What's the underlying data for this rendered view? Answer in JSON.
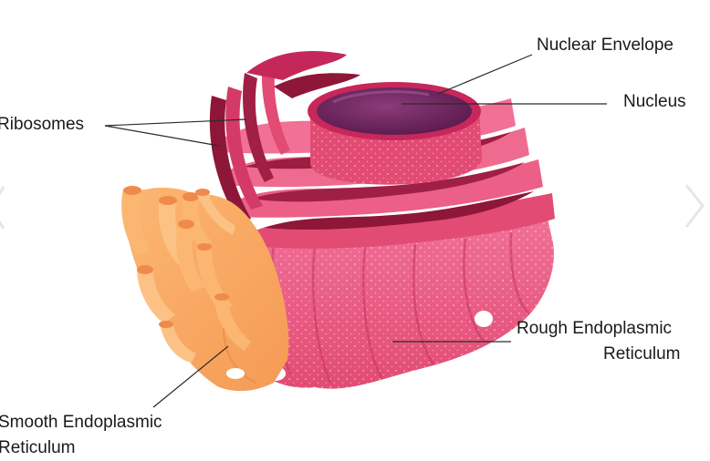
{
  "labels": {
    "nuclear_envelope": "Nuclear Envelope",
    "nucleus": "Nucleus",
    "ribosomes": "Ribosomes",
    "rough_er_line1": "Rough Endoplasmic",
    "rough_er_line2": "Reticulum",
    "smooth_er_line1": "Smooth Endoplasmic",
    "smooth_er_line2": "Reticulum"
  },
  "navigation": {
    "prev_icon": "chevron-left-icon",
    "next_icon": "chevron-right-icon"
  },
  "colors": {
    "rough_er": "#e8527a",
    "rough_er_dark": "#8e1638",
    "rough_er_light": "#f488a6",
    "nucleus": "#6e2560",
    "nucleus_rim": "#c7275a",
    "smooth_er": "#f7a660",
    "smooth_er_light": "#fdc78e",
    "leader_line": "#2b2b2b"
  }
}
